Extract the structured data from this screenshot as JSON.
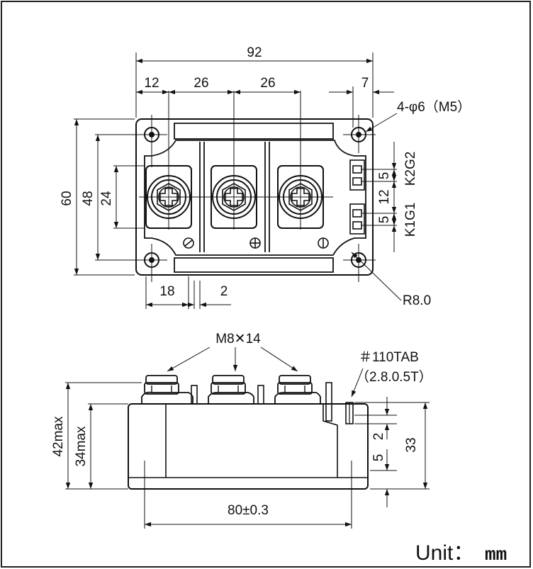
{
  "top_view": {
    "dims": {
      "overall_width": "92",
      "pitch_left": "12",
      "pitch_1": "26",
      "pitch_2": "26",
      "pitch_right": "7",
      "mount_hole": "4-φ6（M5）",
      "overall_height": "60",
      "hole_pitch_height": "48",
      "terminal_height": "24",
      "gate_spacing_1": "5",
      "gate_spacing_2": "12",
      "gate_spacing_3": "5",
      "width_18": "18",
      "width_2": "2",
      "corner_radius": "R8.0"
    },
    "labels": {
      "upper_gates": "K2G2",
      "lower_gates": "K1G1"
    }
  },
  "side_view": {
    "dims": {
      "bolt_spec": "M8✕14",
      "tab_spec": "＃110TAB",
      "tab_size": "（2.8.0.5T）",
      "height_max_42": "42max",
      "height_max_34": "34max",
      "base_width": "80±0.3",
      "tab_height": "33",
      "tab_gap_2": "2",
      "tab_gap_5": "5"
    }
  },
  "unit": {
    "label": "Unit：",
    "value": "mm"
  }
}
